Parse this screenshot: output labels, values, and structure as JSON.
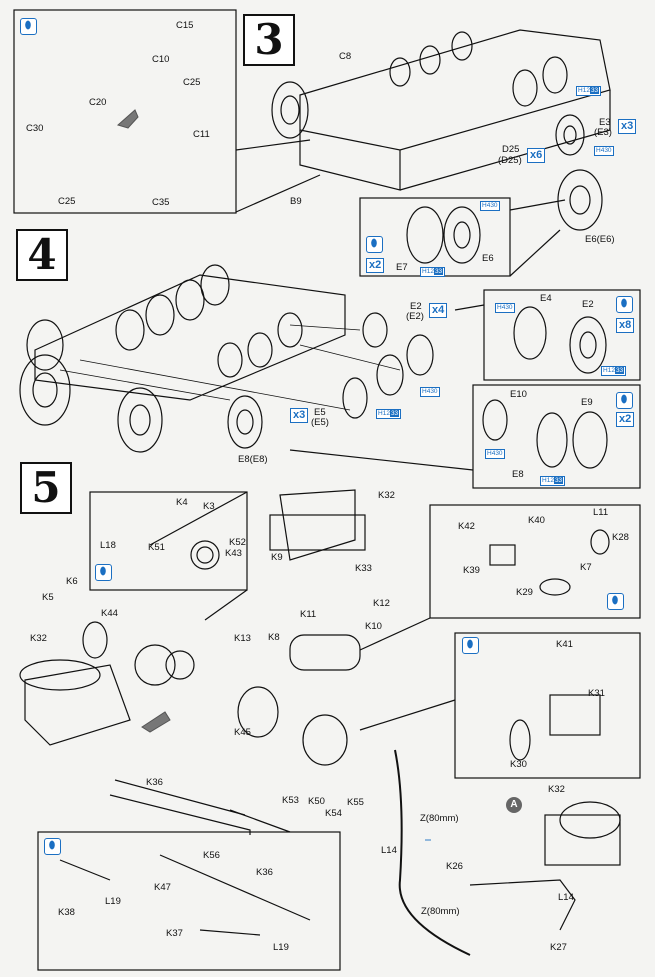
{
  "steps": {
    "s3": "3",
    "s4": "4",
    "s5": "5"
  },
  "labels": {
    "c15": "C15",
    "c10": "C10",
    "c25a": "C25",
    "c20": "C20",
    "c11": "C11",
    "c30": "C30",
    "c25b": "C25",
    "c35": "C35",
    "c8": "C8",
    "b9": "B9",
    "e3": "E3",
    "e3p": "(E3)",
    "d25": "D25",
    "d25p": "(D25)",
    "e6e6": "E6(E6)",
    "e7": "E7",
    "e6": "E6",
    "e2a": "E2",
    "e2b": "(E2)",
    "e4": "E4",
    "e2c": "E2",
    "e10": "E10",
    "e9": "E9",
    "e8b": "E8",
    "e5": "E5",
    "e5p": "(E5)",
    "e8e8": "E8(E8)",
    "k4": "K4",
    "k3": "K3",
    "k18": "L18",
    "k51": "K51",
    "k52": "K52",
    "k43": "K43",
    "k32a": "K32",
    "k33": "K33",
    "k9": "K9",
    "k12": "K12",
    "k11": "K11",
    "k10": "K10",
    "k6": "K6",
    "k5": "K5",
    "k44": "K44",
    "k32b": "K32",
    "k13": "K13",
    "k8": "K8",
    "k45": "K45",
    "k36a": "K36",
    "k53": "K53",
    "k50": "K50",
    "k55": "K55",
    "k54": "K54",
    "k42": "K42",
    "k40": "K40",
    "l11": "L11",
    "k28": "K28",
    "k39": "K39",
    "k7": "K7",
    "k29": "K29",
    "k41": "K41",
    "k31": "K31",
    "k30": "K30",
    "z1": "Z(80mm)",
    "l14a": "L14",
    "k26": "K26",
    "z2": "Z(80mm)",
    "l14b": "L14",
    "k27": "K27",
    "k32c": "K32",
    "calloutA": "A",
    "k56": "K56",
    "k47": "K47",
    "k36b": "K36",
    "k38": "K38",
    "l19a": "L19",
    "k37": "K37",
    "l19b": "L19"
  },
  "multipliers": {
    "m3": "x3",
    "m6": "x6",
    "m2a": "x2",
    "m4": "x4",
    "m8": "x8",
    "m3b": "x3",
    "m2b": "x2"
  },
  "paint_codes": {
    "h12": "12",
    "h33": "33",
    "h430": "430",
    "hpre": "H"
  },
  "colors": {
    "accent": "#1b6fc2",
    "line": "#111111"
  }
}
